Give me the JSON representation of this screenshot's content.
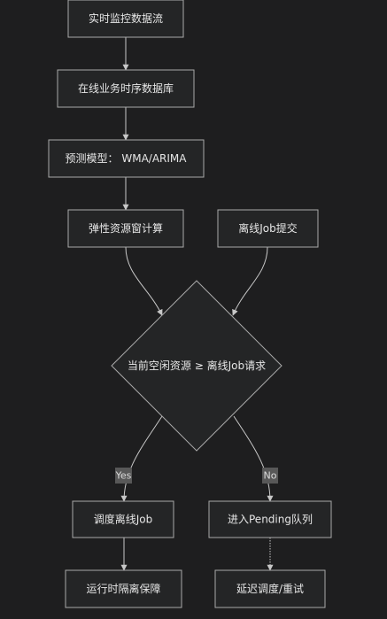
{
  "diagram": {
    "nodes": {
      "stream": "实时监控数据流",
      "tsdb": "在线业务时序数据库",
      "model": "预测模型： WMA/ARIMA",
      "elastic": "弹性资源窗计算",
      "job_submit": "离线Job提交",
      "decision": "当前空闲资源 ≥ 离线Job请求",
      "schedule": "调度离线Job",
      "pending": "进入Pending队列",
      "isolation": "运行时隔离保障",
      "delay": "延迟调度/重试"
    },
    "edge_labels": {
      "yes": "Yes",
      "no": "No"
    },
    "colors": {
      "background": "#1e1e1f",
      "node_fill": "#242526",
      "node_stroke": "#a9a9a9",
      "edge": "#c8c8c8",
      "text": "#e6e6e6",
      "label_bg": "#585858"
    }
  }
}
